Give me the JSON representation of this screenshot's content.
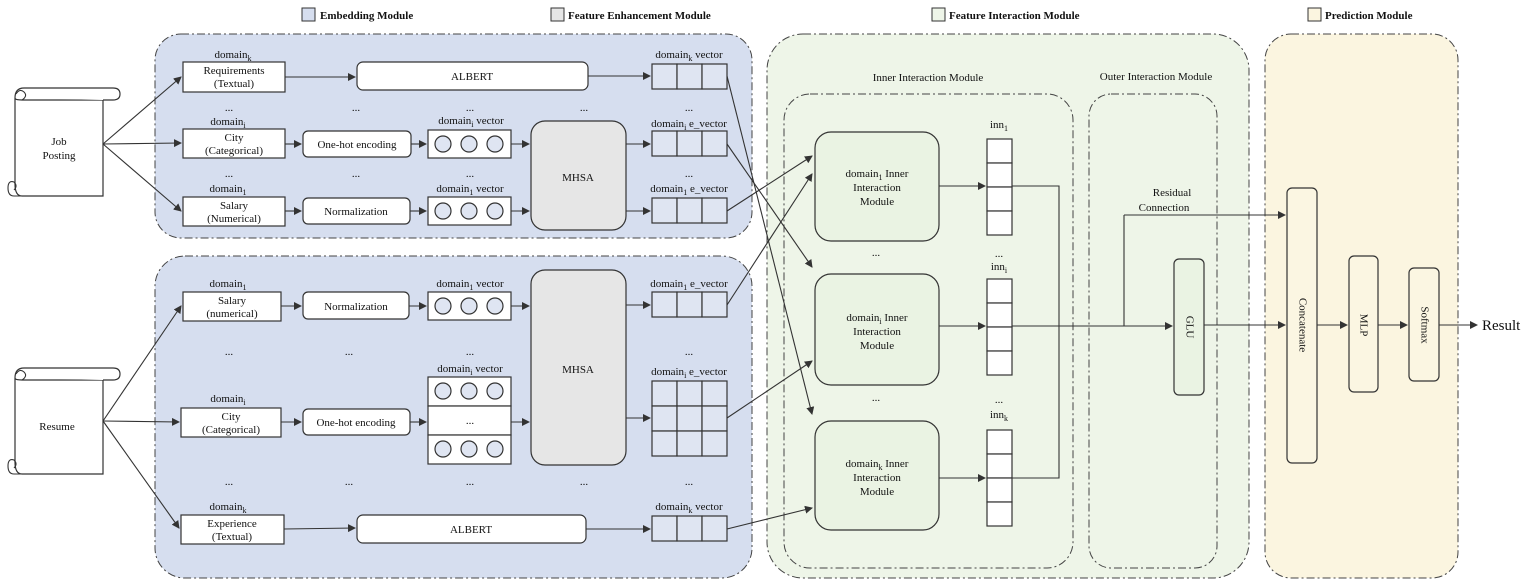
{
  "legend": {
    "embedding": "Embedding Module",
    "enhancement": "Feature Enhancement Module",
    "interaction": "Feature Interaction Module",
    "prediction": "Prediction Module",
    "embedding_color": "#d6deef",
    "enhancement_color": "#e6e6e6",
    "interaction_color": "#eef5e8",
    "prediction_color": "#fbf5e0"
  },
  "inputs": {
    "job_line1": "Job",
    "job_line2": "Posting",
    "resume": "Resume"
  },
  "job": {
    "domain_k": "domain",
    "domain_k_sub": "k",
    "req_l1": "Requirements",
    "req_l2": "(Textual)",
    "albert": "ALBERT",
    "vec_k": "domain",
    "vec_k_sub": "k",
    "vec_k_suffix": " vector",
    "domain_i": "domain",
    "domain_i_sub": "i",
    "city_l1": "City",
    "city_l2": "(Categorical)",
    "onehot": "One-hot encoding",
    "vec_i": "domain",
    "vec_i_sub": "i",
    "vec_i_suffix": " vector",
    "evec_i": "domain",
    "evec_i_sub": "i",
    "evec_i_suffix": " e_vector",
    "domain_1": "domain",
    "domain_1_sub": "1",
    "sal_l1": "Salary",
    "sal_l2": "(Numerical)",
    "norm": "Normalization",
    "vec_1": "domain",
    "vec_1_sub": "1",
    "vec_1_suffix": " vector",
    "evec_1": "domain",
    "evec_1_sub": "1",
    "evec_1_suffix": " e_vector",
    "mhsa": "MHSA",
    "dots": "..."
  },
  "resume_block": {
    "domain_1": "domain",
    "domain_1_sub": "1",
    "sal_l1": "Salary",
    "sal_l2": "(numerical)",
    "norm": "Normalization",
    "vec_1": "domain",
    "vec_1_sub": "1",
    "vec_1_suffix": " vector",
    "evec_1": "domain",
    "evec_1_sub": "1",
    "evec_1_suffix": " e_vector",
    "domain_i": "domain",
    "domain_i_sub": "i",
    "city_l1": "City",
    "city_l2": "(Categorical)",
    "onehot": "One-hot encoding",
    "vec_i": "domain",
    "vec_i_sub": "i",
    "vec_i_suffix": " vector",
    "evec_i": "domain",
    "evec_i_sub": "i",
    "evec_i_suffix": " e_vector",
    "domain_k": "domain",
    "domain_k_sub": "k",
    "exp_l1": "Experience",
    "exp_l2": "(Textual)",
    "albert": "ALBERT",
    "vec_k": "domain",
    "vec_k_sub": "k",
    "vec_k_suffix": " vector",
    "mhsa": "MHSA",
    "dots": "..."
  },
  "interaction": {
    "inner_title": "Inner Interaction Module",
    "outer_title": "Outer Interaction Module",
    "m1_l1": "domain",
    "m1_sub": "1",
    "m1_l1b": " Inner",
    "m1_l2": "Interaction",
    "m1_l3": "Module",
    "mi_l1": "domain",
    "mi_sub": "i",
    "mi_l1b": " Inner",
    "mi_l2": "Interaction",
    "mi_l3": "Module",
    "mk_l1": "domain",
    "mk_sub": "k",
    "mk_l1b": " Inner",
    "mk_l2": "Interaction",
    "mk_l3": "Module",
    "inn1": "inn",
    "inn1_sub": "1",
    "inni": "inn",
    "inni_sub": "i",
    "innk": "inn",
    "innk_sub": "k",
    "residual_l1": "Residual",
    "residual_l2": "Connection",
    "glu": "GLU",
    "dots": "..."
  },
  "prediction": {
    "concatenate": "Concatenate",
    "mlp": "MLP",
    "softmax": "Softmax",
    "result": "Result"
  }
}
